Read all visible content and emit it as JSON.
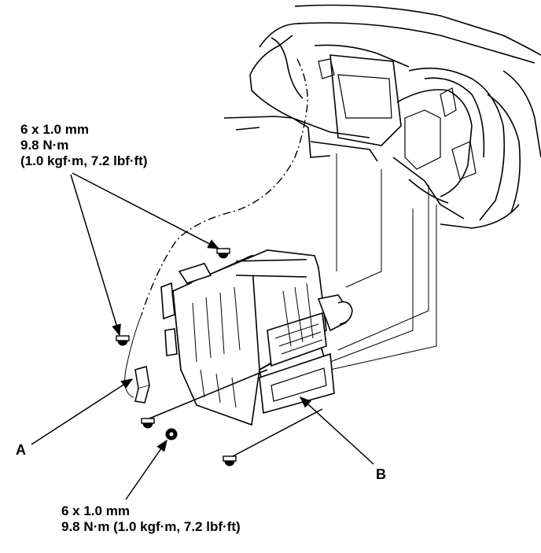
{
  "spec_top": {
    "line1": "6 x 1.0 mm",
    "line2": "9.8 N·m",
    "line3": "(1.0 kgf·m, 7.2 lbf·ft)"
  },
  "spec_bottom": {
    "line1": "6 x 1.0 mm",
    "line2": "9.8 N·m (1.0 kgf·m, 7.2 lbf·ft)"
  },
  "callouts": {
    "a": "A",
    "b": "B"
  }
}
